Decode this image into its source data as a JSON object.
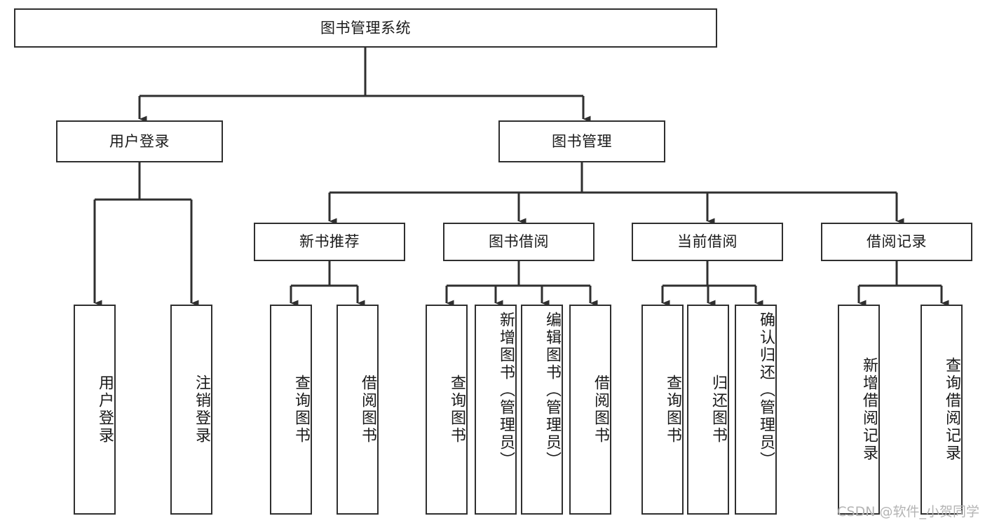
{
  "diagram": {
    "type": "tree",
    "title": "图书管理系统",
    "root": {
      "label": "图书管理系统"
    },
    "level2": [
      {
        "label": "用户登录"
      },
      {
        "label": "图书管理"
      }
    ],
    "level3": [
      {
        "label": "新书推荐"
      },
      {
        "label": "图书借阅"
      },
      {
        "label": "当前借阅"
      },
      {
        "label": "借阅记录"
      }
    ],
    "leaves": {
      "user_login": [
        {
          "label": "用户登录"
        },
        {
          "label": "注销登录"
        }
      ],
      "new_book_recommend": [
        {
          "label": "查询图书"
        },
        {
          "label": "借阅图书"
        }
      ],
      "book_borrow": [
        {
          "label": "查询图书"
        },
        {
          "label": "新增图书（管理员）"
        },
        {
          "label": "编辑图书（管理员）"
        },
        {
          "label": "借阅图书"
        }
      ],
      "current_borrow": [
        {
          "label": "查询图书"
        },
        {
          "label": "归还图书"
        },
        {
          "label": "确认归还（管理员）"
        }
      ],
      "borrow_record": [
        {
          "label": "新增借阅记录"
        },
        {
          "label": "查询借阅记录"
        }
      ]
    }
  },
  "watermark": {
    "text": "CSDN @软件_小贺同学"
  },
  "colors": {
    "border": "#2f2f2f",
    "text": "#1a1a1a",
    "background": "#ffffff",
    "edge": "#2f2f2f",
    "watermark": "#b4b4b4"
  }
}
